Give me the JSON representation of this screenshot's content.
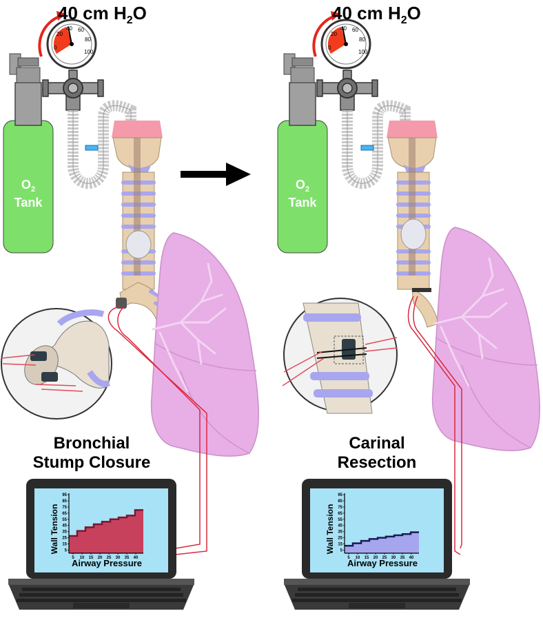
{
  "header": {
    "left_pressure": {
      "value": "40",
      "unit": "cm H",
      "sub": "2",
      "tail": "O"
    },
    "right_pressure": {
      "value": "40",
      "unit": "cm H",
      "sub": "2",
      "tail": "O"
    }
  },
  "gauge": {
    "ticks": [
      "0",
      "20",
      "40",
      "60",
      "80",
      "100"
    ],
    "reading": 40
  },
  "tank": {
    "line1": "O",
    "line1_sub": "2",
    "line2": "Tank"
  },
  "panels": [
    {
      "title_line1": "Bronchial",
      "title_line2": "Stump Closure",
      "chart": {
        "type": "bar",
        "ylabel": "Wall Tension",
        "xlabel": "Airway Pressure",
        "color": "#c8415c",
        "edge": "#7a1630",
        "x_ticks": [
          "5",
          "10",
          "15",
          "20",
          "25",
          "30",
          "35",
          "40"
        ],
        "y_ticks": [
          "5",
          "15",
          "25",
          "35",
          "45",
          "55",
          "65",
          "75",
          "85",
          "95"
        ],
        "ylim": [
          0,
          95
        ],
        "values": [
          28,
          36,
          42,
          47,
          51,
          55,
          58,
          61,
          70
        ]
      }
    },
    {
      "title_line1": "Carinal",
      "title_line2": "Resection",
      "chart": {
        "type": "bar",
        "ylabel": "Wall Tension",
        "xlabel": "Airway Pressure",
        "color": "#a6a6ee",
        "edge": "#1a1a55",
        "x_ticks": [
          "5",
          "10",
          "15",
          "20",
          "25",
          "30",
          "35",
          "40"
        ],
        "y_ticks": [
          "5",
          "15",
          "25",
          "35",
          "45",
          "55",
          "65",
          "75",
          "85",
          "95"
        ],
        "ylim": [
          0,
          95
        ],
        "values": [
          12,
          16,
          20,
          23,
          25,
          27,
          29,
          31,
          34
        ]
      }
    }
  ],
  "colors": {
    "tank": "#7ee06a",
    "lung": "#e6a6e6",
    "cartilage": "#a8a6ee",
    "trachea": "#e8cfac",
    "wire": "#d8283c",
    "screen": "#a8e2f6"
  }
}
